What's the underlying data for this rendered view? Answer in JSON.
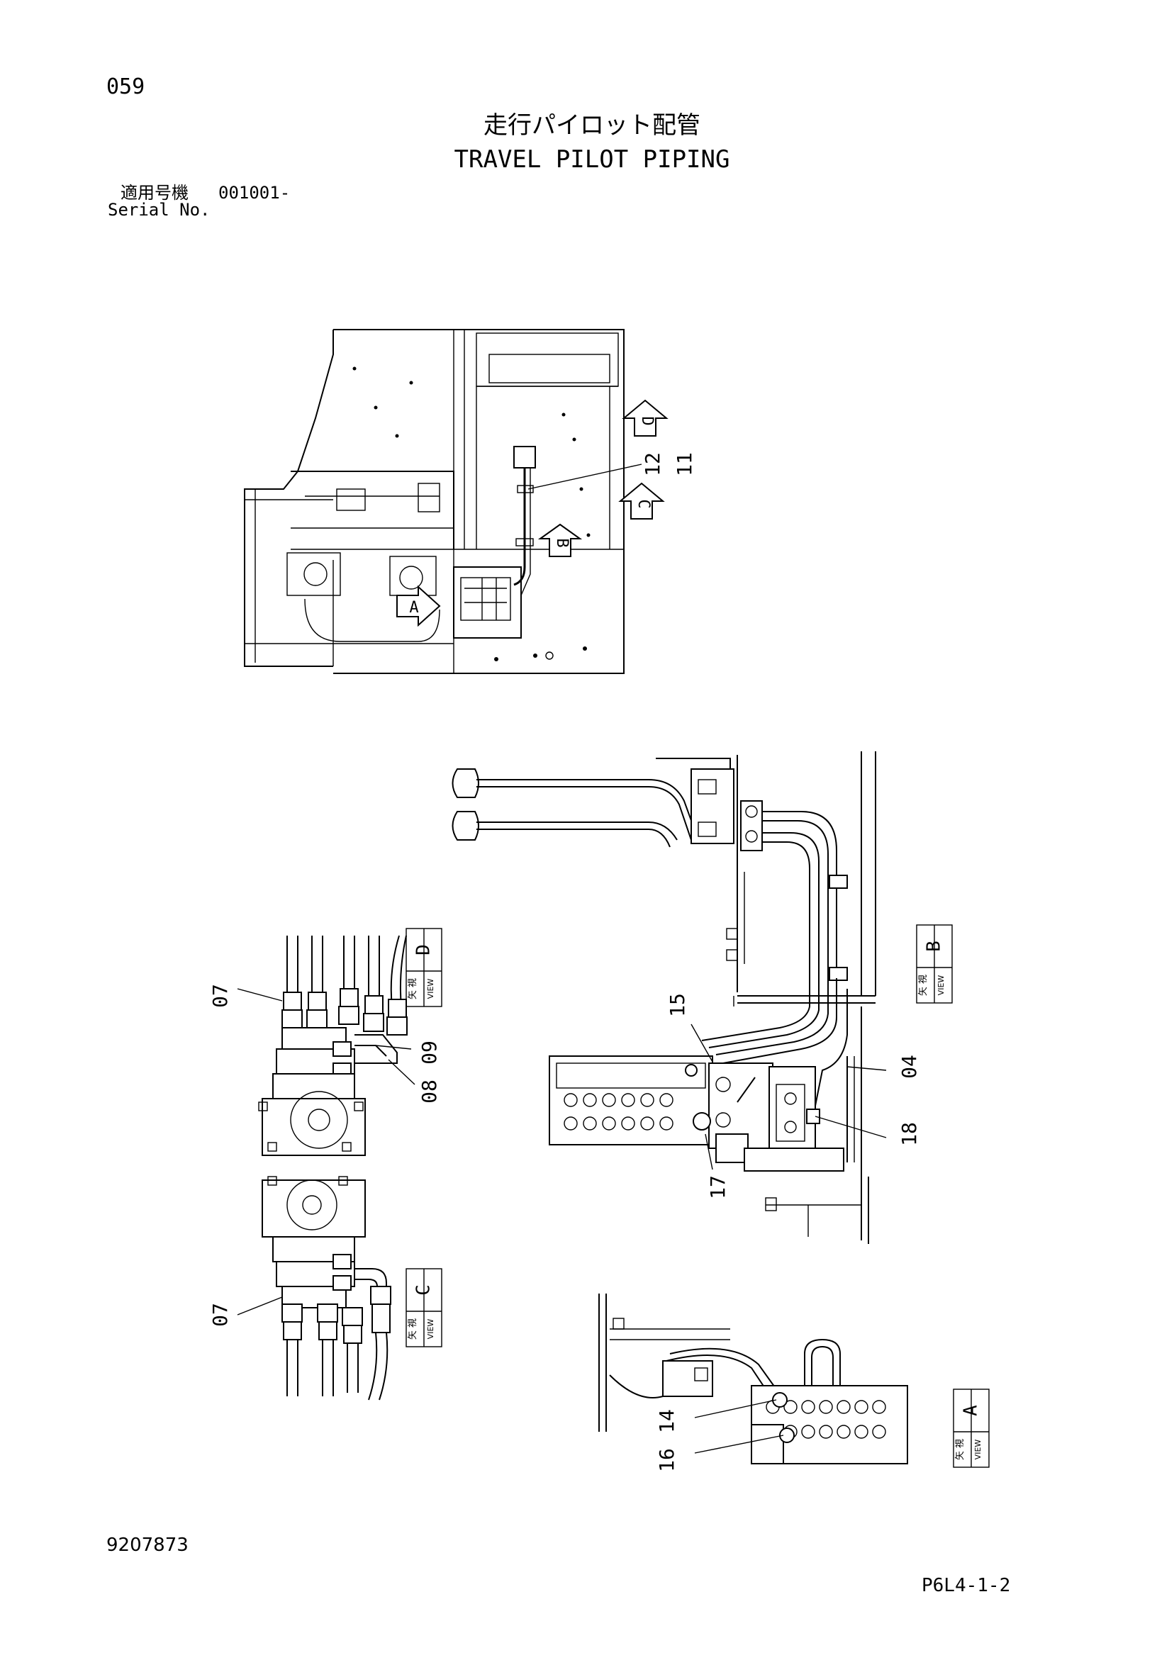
{
  "header": {
    "page_number": "059",
    "title_ja": "走行パイロット配管",
    "title_en": "TRAVEL PILOT PIPING",
    "serial_label_ja": "適用号機",
    "serial_value": "001001-",
    "serial_label_en": "Serial No."
  },
  "footer": {
    "part_number": "9207873",
    "sheet_code": "P6L4-1-2"
  },
  "view_labels": {
    "arrow_a": "A",
    "arrow_b": "B",
    "arrow_c": "C",
    "arrow_d": "D",
    "view_kanji": "矢 視",
    "view_word": "VIEW",
    "box_a": "A",
    "box_b": "B",
    "box_c": "C",
    "box_d": "D"
  },
  "callouts": {
    "c04": "04",
    "c07a": "07",
    "c07b": "07",
    "c08": "08",
    "c09": "09",
    "c11": "11",
    "c12": "12",
    "c14": "14",
    "c15": "15",
    "c16": "16",
    "c17": "17",
    "c18": "18"
  }
}
